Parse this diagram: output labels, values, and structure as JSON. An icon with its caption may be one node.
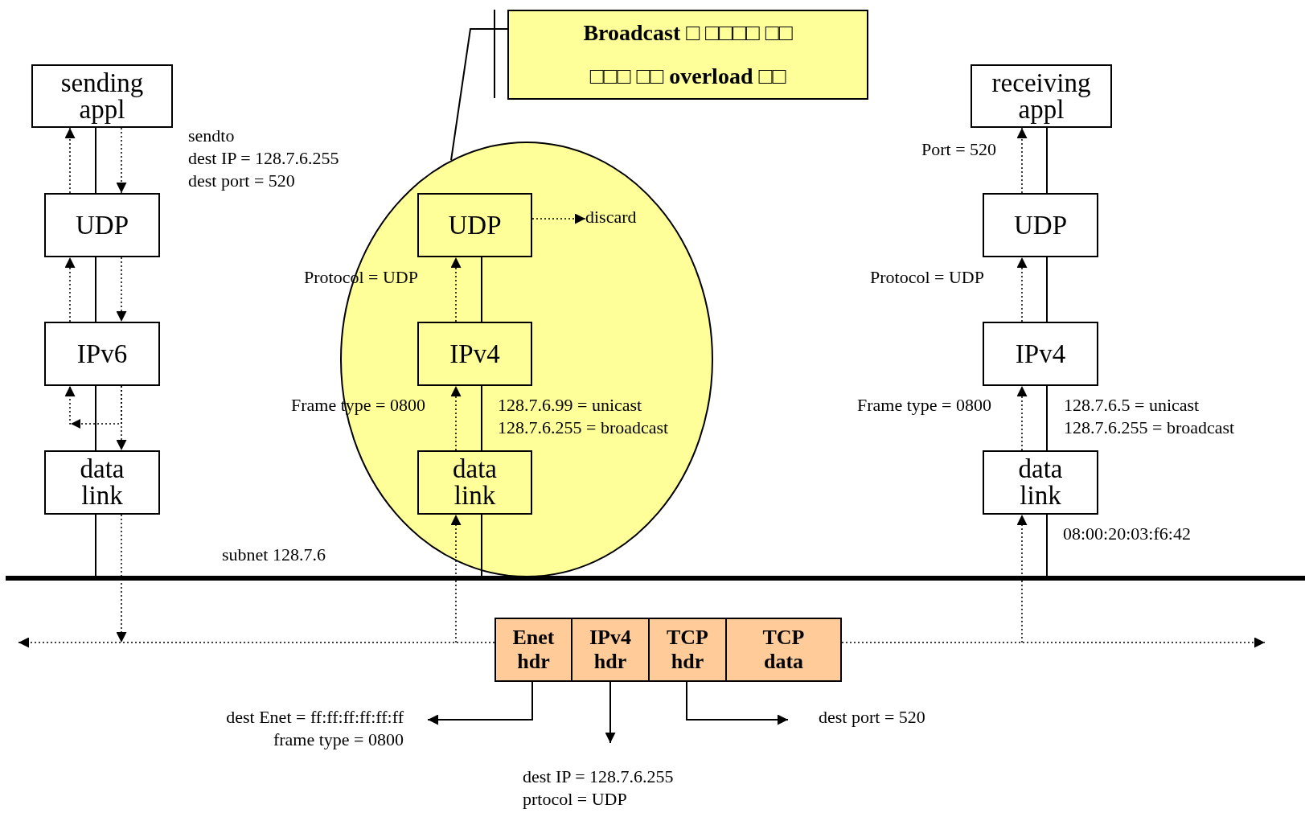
{
  "diagram": {
    "nodes": [
      {
        "text": [
          "sending appl"
        ]
      },
      {
        "text": [
          "UDP"
        ]
      },
      {
        "text": [
          "IPv6"
        ]
      },
      {
        "text": [
          "data link"
        ]
      },
      {
        "text": [],
        "shape": "ellipse"
      },
      {
        "text": [
          "UDP"
        ],
        "in": 4
      },
      {
        "text": [
          "IPv4"
        ],
        "in": 4
      },
      {
        "text": [
          "data link"
        ],
        "in": 4
      },
      {
        "text": [
          "Broadcast □ □□□□ □□",
          "□□□ □□ overload □□"
        ]
      },
      {
        "text": [
          "discard"
        ],
        "in": 4
      },
      {
        "text": [
          "receiving appl"
        ]
      },
      {
        "text": [
          "UDP"
        ]
      },
      {
        "text": [
          "IPv4"
        ]
      },
      {
        "text": [
          "data link"
        ]
      },
      {
        "text": [],
        "shape": "bar",
        "beside": [
          "subnet 128.7.6"
        ]
      },
      {
        "text": [
          "Enet hdr"
        ]
      },
      {
        "text": [
          "IPv4 hdr"
        ]
      },
      {
        "text": [
          "TCP hdr"
        ]
      },
      {
        "text": [
          "TCP data"
        ]
      },
      {
        "text": [
          "dest Enet = ff:ff:ff:ff:ff:ff",
          "frame type = 0800"
        ]
      },
      {
        "text": [
          "dest IP = 128.7.6.255",
          "prtocol = UDP"
        ]
      },
      {
        "text": [
          "dest port = 520"
        ]
      }
    ],
    "edges": [
      {
        "from": 0,
        "to": 1,
        "arrow": "none"
      },
      {
        "from": 1,
        "to": 2,
        "arrow": "none"
      },
      {
        "from": 2,
        "to": 3,
        "arrow": "none"
      },
      {
        "from": 3,
        "to": 14,
        "arrow": "none"
      },
      {
        "from": 1,
        "to": 0,
        "arrow": "to",
        "style": "dashed"
      },
      {
        "from": 0,
        "to": 1,
        "arrow": "to",
        "style": "dashed"
      },
      {
        "from": 2,
        "to": 1,
        "arrow": "to",
        "style": "dashed"
      },
      {
        "from": 1,
        "to": 2,
        "arrow": "to",
        "style": "dashed"
      },
      {
        "from": 2,
        "to": 3,
        "arrow": "to",
        "style": "dashed"
      },
      {
        "from": 2,
        "to": 2,
        "arrow": "to",
        "style": "dashed"
      },
      {
        "from": 3,
        "to": null,
        "arrow": "to",
        "style": "dashed"
      },
      {
        "from": 5,
        "to": 6,
        "arrow": "none"
      },
      {
        "from": 6,
        "to": 7,
        "arrow": "none"
      },
      {
        "from": 7,
        "to": 14,
        "arrow": "none"
      },
      {
        "from": 6,
        "to": 5,
        "arrow": "to",
        "style": "dashed"
      },
      {
        "from": 7,
        "to": 6,
        "arrow": "to",
        "style": "dashed"
      },
      {
        "from": null,
        "to": 7,
        "arrow": "to",
        "style": "dashed"
      },
      {
        "from": 5,
        "to": 9,
        "arrow": "to",
        "style": "dashed"
      },
      {
        "from": 8,
        "to": 4,
        "arrow": "none"
      },
      {
        "from": 10,
        "to": 11,
        "arrow": "none"
      },
      {
        "from": 11,
        "to": 12,
        "arrow": "none"
      },
      {
        "from": 12,
        "to": 13,
        "arrow": "none"
      },
      {
        "from": 13,
        "to": 14,
        "arrow": "none"
      },
      {
        "from": 11,
        "to": 10,
        "arrow": "to",
        "style": "dashed"
      },
      {
        "from": 12,
        "to": 11,
        "arrow": "to",
        "style": "dashed"
      },
      {
        "from": 13,
        "to": 12,
        "arrow": "to",
        "style": "dashed"
      },
      {
        "from": null,
        "to": 13,
        "arrow": "to",
        "style": "dashed"
      },
      {
        "from": 15,
        "to": null,
        "arrow": "to",
        "style": "dashed"
      },
      {
        "from": 18,
        "to": null,
        "arrow": "to",
        "style": "dashed"
      },
      {
        "from": 15,
        "to": 19,
        "arrow": "to"
      },
      {
        "from": 16,
        "to": 20,
        "arrow": "to"
      },
      {
        "from": 17,
        "to": 21,
        "arrow": "to"
      }
    ],
    "labels": [
      "sendto",
      "dest IP = 128.7.6.255",
      "dest port = 520",
      "Port = 520",
      "Protocol = UDP",
      "Protocol = UDP",
      "Frame type = 0800",
      "128.7.6.99 = unicast",
      "128.7.6.255 = broadcast",
      "Frame type = 0800",
      "128.7.6.5 = unicast",
      "128.7.6.255 = broadcast",
      "08:00:20:03:f6:42"
    ]
  }
}
